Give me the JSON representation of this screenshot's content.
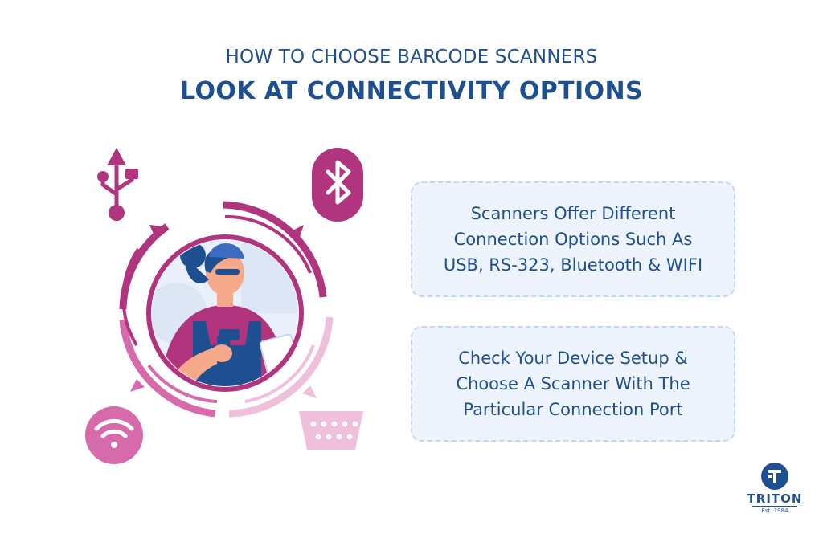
{
  "header": {
    "subtitle": "HOW TO CHOOSE BARCODE SCANNERS",
    "title": "LOOK AT CONNECTIVITY OPTIONS"
  },
  "icons": [
    "usb-icon",
    "bluetooth-icon",
    "wifi-icon",
    "serial-port-icon"
  ],
  "colors": {
    "brand_blue": "#1d4f91",
    "magenta": "#b0357e",
    "pink": "#d66aab",
    "light_pink": "#f0bfdc",
    "box_bg": "#eef4fd",
    "box_border": "#c5d6f0"
  },
  "boxes": [
    {
      "text": "Scanners Offer Different\nConnection Options Such As\nUSB, RS-323, Bluetooth & WIFI"
    },
    {
      "text": "Check Your Device Setup &\nChoose A Scanner With The\nParticular Connection Port"
    }
  ],
  "logo": {
    "name": "TRITON",
    "tagline": "Est. 1984"
  }
}
